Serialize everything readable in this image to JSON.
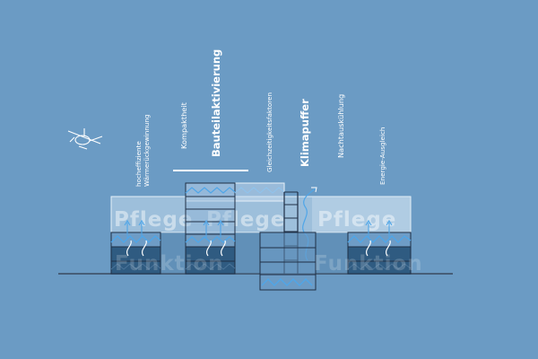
{
  "labels": {
    "waermerueck": [
      "hocheffiziente",
      "Wärmerückgewinnung"
    ],
    "kompaktheit": "Kompaktheit",
    "bauteilaktivierung": "Bauteilaktivierung",
    "gleichzeitigkeit": "Gleichzeitigkeitsfaktoren",
    "klimapuffer": "Klimapuffer",
    "nachtauskuehlung": "Nachtauskühlung",
    "energie": "Energie-Ausgleich"
  },
  "watermark": {
    "top": "Pflege",
    "bottom": "Funktion"
  },
  "colors": {
    "background": "#6b9bc4",
    "panel_light": "#a9c8e2",
    "panel_dark": "#2e5a80",
    "wave": "#4fa6e8",
    "line": "#1f2f45"
  },
  "icons": [
    "helicopter-icon",
    "air-flow-arrow-icon"
  ]
}
